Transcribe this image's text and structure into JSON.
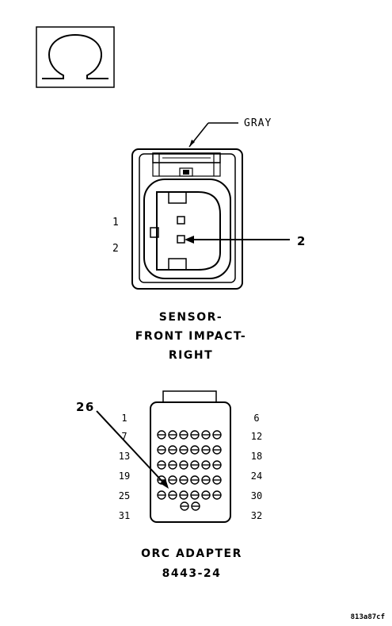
{
  "icon": {
    "name": "ohm-resistance-icon"
  },
  "sensor_connector": {
    "color_label": "GRAY",
    "pin_labels": [
      "1",
      "2"
    ],
    "callout": "2",
    "title_lines": [
      "SENSOR-",
      "FRONT IMPACT-",
      "RIGHT"
    ]
  },
  "adapter": {
    "callout": "26",
    "left_labels": [
      "1",
      "7",
      "13",
      "19",
      "25",
      "31"
    ],
    "right_labels": [
      "6",
      "12",
      "18",
      "24",
      "30",
      "32"
    ],
    "title_lines": [
      "ORC ADAPTER",
      "8443-24"
    ]
  },
  "figure_id": "813a87cf"
}
